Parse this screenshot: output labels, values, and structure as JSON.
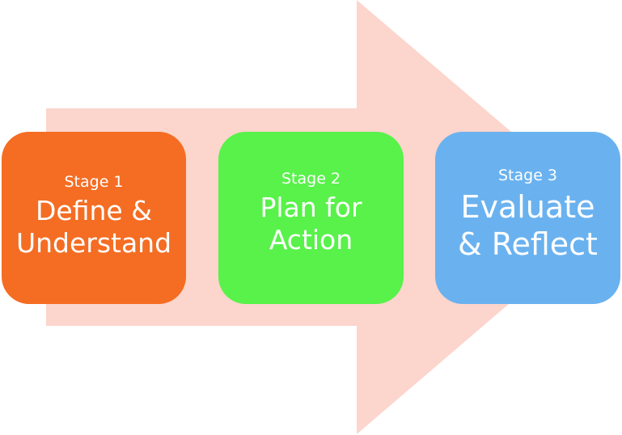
{
  "colors": {
    "arrow": "#fcd5cc",
    "stage_1": "#f46d23",
    "stage_2": "#58f24a",
    "stage_3": "#6ab2ef",
    "text": "#ffffff"
  },
  "stages": [
    {
      "label": "Stage 1",
      "title_lines": [
        "Define &",
        "Understand"
      ]
    },
    {
      "label": "Stage 2",
      "title_lines": [
        "Plan for",
        "Action"
      ]
    },
    {
      "label": "Stage 3",
      "title_lines": [
        "Evaluate",
        "& Reflect"
      ]
    }
  ]
}
